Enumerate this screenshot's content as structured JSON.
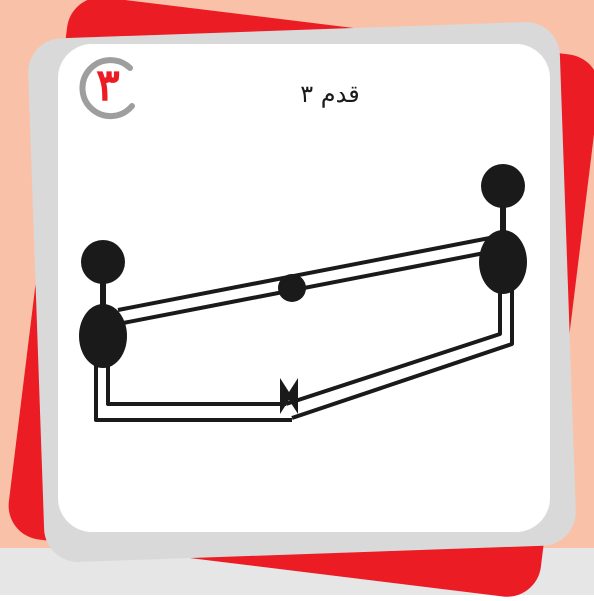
{
  "colors": {
    "background_top": "#F9C2A8",
    "background_bottom": "#E6E6E6",
    "card_red": "#EC1C24",
    "card_grey": "#D9D9D9",
    "card_white": "#FFFFFF",
    "badge_ring": "#9E9E9E",
    "badge_number": "#EC1C24",
    "diagram_ink": "#1A1A1A"
  },
  "step_badge": {
    "number": "٣"
  },
  "step_title": "قدم ٣",
  "diagram": {
    "description_elements": [
      "left-pin",
      "left-foot",
      "right-pin",
      "right-foot",
      "center-knot",
      "fold-marker",
      "string-loop"
    ]
  }
}
